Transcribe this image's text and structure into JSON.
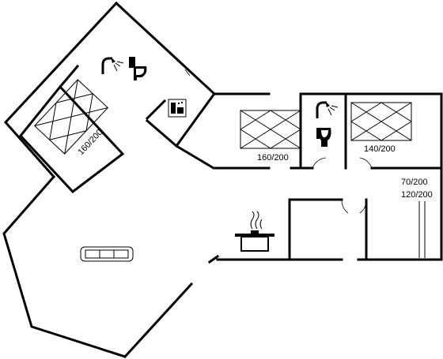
{
  "plan": {
    "rooms": [
      {
        "id": "bedroom_1",
        "bed_size": "160/200"
      },
      {
        "id": "bedroom_2",
        "bed_size": "160/200"
      },
      {
        "id": "bedroom_3",
        "bed_size": "140/200"
      },
      {
        "id": "bedroom_4",
        "bed_size_single": "70/200",
        "bed_size_double": "120/200"
      }
    ],
    "icons": [
      "shower-icon",
      "toilet-icon",
      "washing-machine-icon",
      "stove-pot-icon",
      "sofa-icon"
    ],
    "colors": {
      "wall": "#000000",
      "background": "#ffffff"
    }
  }
}
